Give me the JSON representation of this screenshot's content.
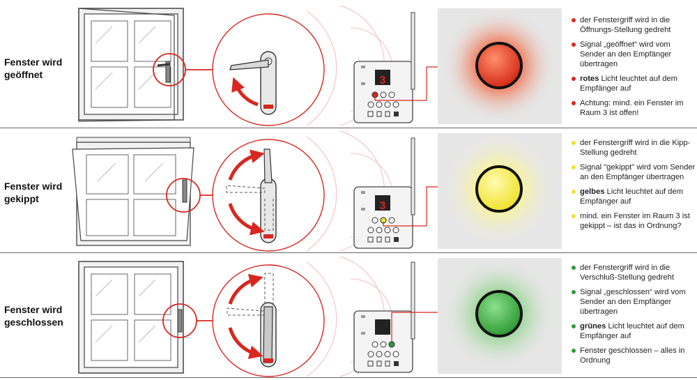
{
  "colors": {
    "red": "#d8271f",
    "yellow": "#f0e233",
    "green": "#2e9b3a",
    "outline": "#d8271f"
  },
  "rows": [
    {
      "title_line1": "Fenster wird",
      "title_line2": "geöffnet",
      "lamp": "red",
      "bullets": [
        {
          "bold": "",
          "text": "der Fenstergriff wird in die Öffnungs-Stellung gedreht"
        },
        {
          "bold": "",
          "text": "Signal „geöffnet“ wird vom Sender an den Empfänger übertragen"
        },
        {
          "bold": "rotes",
          "text": " Licht leuchtet auf dem Empfänger auf"
        },
        {
          "bold": "",
          "text": "Achtung: mind. ein Fenster im Raum 3 ist offen!"
        }
      ]
    },
    {
      "title_line1": "Fenster wird",
      "title_line2": "gekippt",
      "lamp": "yellow",
      "bullets": [
        {
          "bold": "",
          "text": "der Fenstergriff wird in die Kipp-Stellung gedreht"
        },
        {
          "bold": "",
          "text": "Signal \"gekippt\" wird vom Sender an den Empfänger übertragen"
        },
        {
          "bold": "gelbes",
          "text": " Licht leuchtet auf dem Empfänger auf"
        },
        {
          "bold": "",
          "text": "mind. ein Fenster im Raum 3 ist gekippt – ist das in Ordnung?"
        }
      ]
    },
    {
      "title_line1": "Fenster wird",
      "title_line2": "geschlossen",
      "lamp": "green",
      "bullets": [
        {
          "bold": "",
          "text": "der Fenstergriff wird in die Verschluß-Stellung gedreht"
        },
        {
          "bold": "",
          "text": "Signal „geschlossen“ wird vom Sender an den Empfänger übertragen"
        },
        {
          "bold": "grünes",
          "text": " Licht leuchtet auf dem Empfänger auf"
        },
        {
          "bold": "",
          "text": "Fenster geschlossen – alles in Ordnung"
        }
      ]
    }
  ],
  "device_digit": "3"
}
